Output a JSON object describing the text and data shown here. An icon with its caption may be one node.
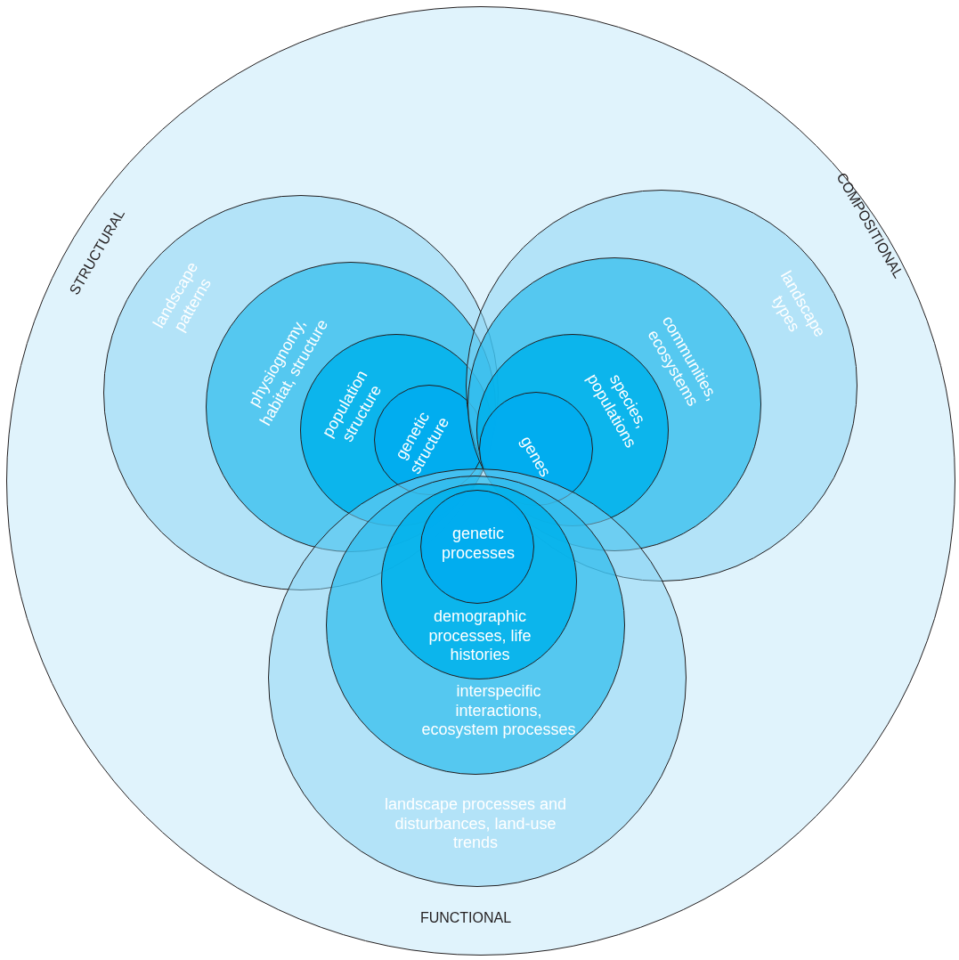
{
  "diagram": {
    "nodes": [
      {
        "text": [
          "STRUCTURAL",
          "COMPOSITIONAL",
          "FUNCTIONAL"
        ]
      },
      {
        "text": [
          "landscape patterns"
        ],
        "in": 0
      },
      {
        "text": [
          "physiognomy, habitat, structure"
        ],
        "in": 1
      },
      {
        "text": [
          "population structure"
        ],
        "in": 2
      },
      {
        "text": [
          "genetic structure"
        ],
        "in": 3
      },
      {
        "text": [
          "landscape types"
        ],
        "in": 0
      },
      {
        "text": [
          "communities, ecosystems"
        ],
        "in": 5
      },
      {
        "text": [
          "species, populations"
        ],
        "in": 6
      },
      {
        "text": [
          "genes"
        ],
        "in": 7
      },
      {
        "text": [
          "landscape processes and disturbances, land-use trends"
        ],
        "in": 0
      },
      {
        "text": [
          "interspecific interactions, ecosystem processes"
        ],
        "in": 9
      },
      {
        "text": [
          "demographic processes, life histories"
        ],
        "in": 10
      },
      {
        "text": [
          "genetic processes"
        ],
        "in": 11
      }
    ]
  }
}
